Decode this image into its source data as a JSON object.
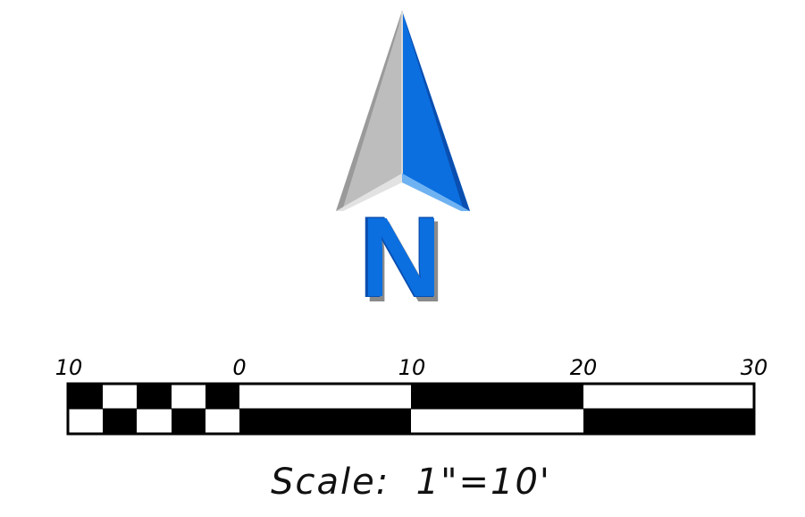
{
  "north_arrow": {
    "letter": "N",
    "colors": {
      "blue": "#0b6fe0",
      "blue_dark": "#0a4fb0",
      "blue_light": "#5fa8f0",
      "gray": "#bdbdbd",
      "gray_dark": "#8f8f8f",
      "gray_light": "#dcdcdc"
    }
  },
  "scale_bar": {
    "labels": [
      "10",
      "0",
      "10",
      "20",
      "30"
    ],
    "caption": "Scale:  1\"=10'"
  }
}
